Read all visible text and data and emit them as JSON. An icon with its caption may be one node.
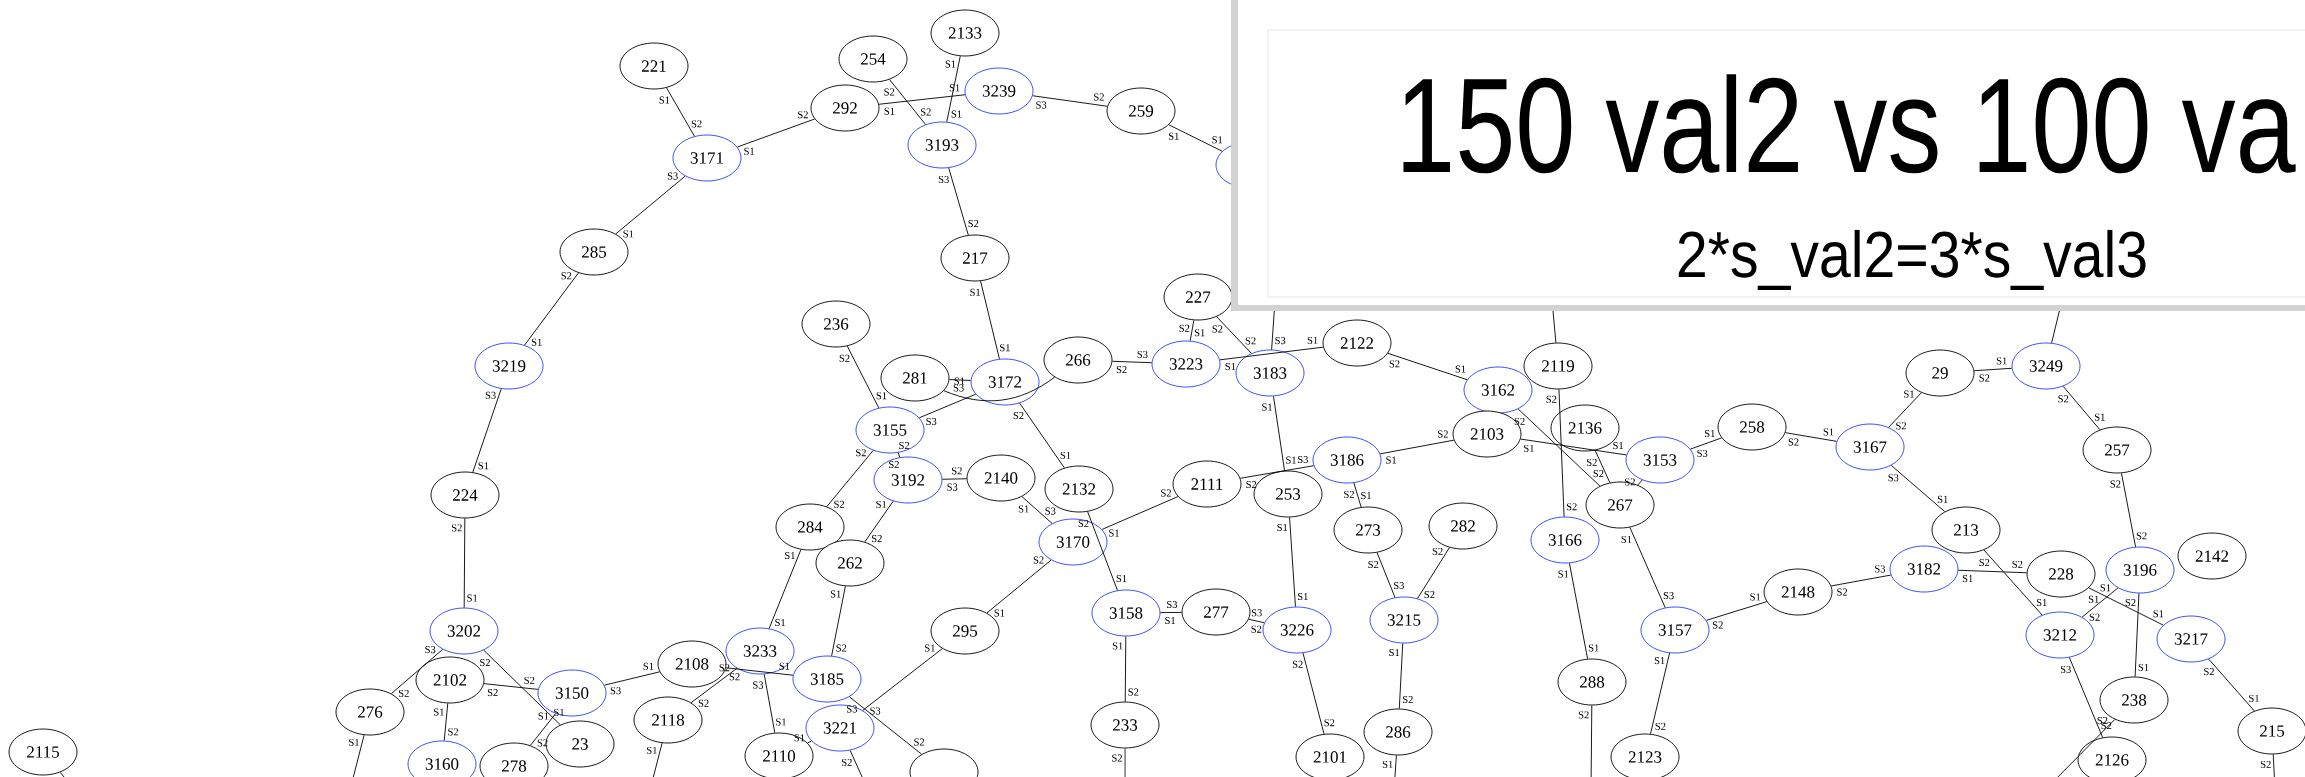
{
  "diagram": {
    "title": "150 val2 vs 100 va",
    "caption": "2*s_val2=3*s_val3",
    "nodes": [
      {
        "text": [
          "221"
        ]
      },
      {
        "text": [
          "3171"
        ]
      },
      {
        "text": [
          "285"
        ]
      },
      {
        "text": [
          "3219"
        ]
      },
      {
        "text": [
          "224"
        ]
      },
      {
        "text": [
          "3202"
        ]
      },
      {
        "text": [
          "2102"
        ]
      },
      {
        "text": [
          "276"
        ]
      },
      {
        "text": [
          "3150"
        ]
      },
      {
        "text": [
          "2108"
        ]
      },
      {
        "text": [
          "3233"
        ]
      },
      {
        "text": [
          "2118"
        ]
      },
      {
        "text": [
          "23"
        ]
      },
      {
        "text": [
          "2115"
        ]
      },
      {
        "text": [
          "3160"
        ]
      },
      {
        "text": [
          "278"
        ]
      },
      {
        "text": [
          "2110"
        ]
      },
      {
        "text": [
          "2133"
        ]
      },
      {
        "text": [
          "254"
        ]
      },
      {
        "text": [
          "292"
        ]
      },
      {
        "text": [
          "3239"
        ]
      },
      {
        "text": [
          "3193"
        ]
      },
      {
        "text": [
          "259"
        ]
      },
      {
        "text": [],
        "shape": "ellipse"
      },
      {
        "text": [
          "217"
        ]
      },
      {
        "text": [
          "236"
        ]
      },
      {
        "text": [
          "266"
        ]
      },
      {
        "text": [
          "3172"
        ]
      },
      {
        "text": [
          "281"
        ]
      },
      {
        "text": [
          "3223"
        ]
      },
      {
        "text": [
          "227"
        ]
      },
      {
        "text": [
          "3183"
        ]
      },
      {
        "text": [
          "2122"
        ]
      },
      {
        "text": [
          "3162"
        ]
      },
      {
        "text": [
          "3155"
        ]
      },
      {
        "text": [
          "3192"
        ]
      },
      {
        "text": [
          "2140"
        ]
      },
      {
        "text": [
          "284"
        ]
      },
      {
        "text": [
          "262"
        ]
      },
      {
        "text": [
          "2132"
        ]
      },
      {
        "text": [
          "3170"
        ]
      },
      {
        "text": [
          "2111"
        ]
      },
      {
        "text": [
          "253"
        ]
      },
      {
        "text": [
          "3186"
        ]
      },
      {
        "text": [
          "2103"
        ]
      },
      {
        "text": [
          "273"
        ]
      },
      {
        "text": [
          "282"
        ]
      },
      {
        "text": [
          "3215"
        ]
      },
      {
        "text": [
          "295"
        ]
      },
      {
        "text": [
          "3185"
        ]
      },
      {
        "text": [
          "3158"
        ]
      },
      {
        "text": [
          "277"
        ]
      },
      {
        "text": [
          "3226"
        ]
      },
      {
        "text": [
          "3221"
        ]
      },
      {
        "text": [
          "233"
        ]
      },
      {
        "text": [
          "286"
        ]
      },
      {
        "text": [
          "2101"
        ]
      },
      {
        "text": [],
        "shape": "ellipse"
      },
      {
        "text": [
          "2119"
        ]
      },
      {
        "text": [
          "29"
        ]
      },
      {
        "text": [
          "3249"
        ]
      },
      {
        "text": [
          "2136"
        ]
      },
      {
        "text": [
          "3153"
        ]
      },
      {
        "text": [
          "267"
        ]
      },
      {
        "text": [
          "3166"
        ]
      },
      {
        "text": [
          "258"
        ]
      },
      {
        "text": [
          "3167"
        ]
      },
      {
        "text": [
          "257"
        ]
      },
      {
        "text": [
          "213"
        ]
      },
      {
        "text": [
          "3182"
        ]
      },
      {
        "text": [
          "2148"
        ]
      },
      {
        "text": [
          "228"
        ]
      },
      {
        "text": [
          "3196"
        ]
      },
      {
        "text": [
          "2142"
        ]
      },
      {
        "text": [
          "3157"
        ]
      },
      {
        "text": [
          "3212"
        ]
      },
      {
        "text": [
          "3217"
        ]
      },
      {
        "text": [
          "288"
        ]
      },
      {
        "text": [
          "238"
        ]
      },
      {
        "text": [
          "215"
        ]
      },
      {
        "text": [
          "2123"
        ]
      },
      {
        "text": [
          "2126"
        ]
      }
    ],
    "edges": [
      {
        "from": 0,
        "to": 1,
        "arrow": "none"
      },
      {
        "from": 1,
        "to": 19,
        "arrow": "none"
      },
      {
        "from": 1,
        "to": 2,
        "arrow": "none"
      },
      {
        "from": 2,
        "to": 3,
        "arrow": "none"
      },
      {
        "from": 3,
        "to": 4,
        "arrow": "none"
      },
      {
        "from": 4,
        "to": 5,
        "arrow": "none"
      },
      {
        "from": 5,
        "to": 7,
        "arrow": "none"
      },
      {
        "from": 5,
        "to": 12,
        "arrow": "none"
      },
      {
        "from": 6,
        "to": 8,
        "arrow": "none"
      },
      {
        "from": 6,
        "to": 14,
        "arrow": "none"
      },
      {
        "from": 8,
        "to": 15,
        "arrow": "none"
      },
      {
        "from": 8,
        "to": 9,
        "arrow": "none"
      },
      {
        "from": 7,
        "to": null,
        "arrow": "none"
      },
      {
        "from": 9,
        "to": 49,
        "arrow": "none"
      },
      {
        "from": 11,
        "to": 10,
        "arrow": "none"
      },
      {
        "from": 11,
        "to": null,
        "arrow": "none"
      },
      {
        "from": 10,
        "to": 37,
        "arrow": "none"
      },
      {
        "from": 10,
        "to": 16,
        "arrow": "none"
      },
      {
        "from": 37,
        "to": 34,
        "arrow": "none"
      },
      {
        "from": 38,
        "to": 35,
        "arrow": "none"
      },
      {
        "from": 38,
        "to": 49,
        "arrow": "none"
      },
      {
        "from": 49,
        "to": 57,
        "arrow": "none"
      },
      {
        "from": 48,
        "to": 53,
        "arrow": "none"
      },
      {
        "from": 53,
        "to": 16,
        "arrow": "none"
      },
      {
        "from": 53,
        "to": null,
        "arrow": "none"
      },
      {
        "from": 25,
        "to": 34,
        "arrow": "none"
      },
      {
        "from": 28,
        "to": 27,
        "arrow": "none"
      },
      {
        "from": 28,
        "to": 26,
        "arrow": "none"
      },
      {
        "from": 34,
        "to": 27,
        "arrow": "none"
      },
      {
        "from": 34,
        "to": 35,
        "arrow": "none"
      },
      {
        "from": 35,
        "to": 36,
        "arrow": "none"
      },
      {
        "from": 36,
        "to": 40,
        "arrow": "none"
      },
      {
        "from": 24,
        "to": 27,
        "arrow": "none"
      },
      {
        "from": 21,
        "to": 24,
        "arrow": "none"
      },
      {
        "from": 18,
        "to": 21,
        "arrow": "none"
      },
      {
        "from": 19,
        "to": 20,
        "arrow": "none"
      },
      {
        "from": 17,
        "to": 21,
        "arrow": "none"
      },
      {
        "from": 20,
        "to": 22,
        "arrow": "none"
      },
      {
        "from": 22,
        "to": 23,
        "arrow": "none"
      },
      {
        "from": 27,
        "to": 39,
        "arrow": "none"
      },
      {
        "from": 39,
        "to": 50,
        "arrow": "none"
      },
      {
        "from": 40,
        "to": 41,
        "arrow": "none"
      },
      {
        "from": 40,
        "to": 48,
        "arrow": "none"
      },
      {
        "from": 50,
        "to": 51,
        "arrow": "none"
      },
      {
        "from": 50,
        "to": 54,
        "arrow": "none"
      },
      {
        "from": 54,
        "to": null,
        "arrow": "none"
      },
      {
        "from": 51,
        "to": 52,
        "arrow": "none"
      },
      {
        "from": 52,
        "to": 56,
        "arrow": "none"
      },
      {
        "from": 42,
        "to": 52,
        "arrow": "none"
      },
      {
        "from": 31,
        "to": 42,
        "arrow": "none"
      },
      {
        "from": 41,
        "to": 43,
        "arrow": "none"
      },
      {
        "from": 43,
        "to": 44,
        "arrow": "none"
      },
      {
        "from": 43,
        "to": 45,
        "arrow": "none"
      },
      {
        "from": 45,
        "to": 47,
        "arrow": "none"
      },
      {
        "from": 46,
        "to": 47,
        "arrow": "none"
      },
      {
        "from": 47,
        "to": 55,
        "arrow": "none"
      },
      {
        "from": 55,
        "to": null,
        "arrow": "none"
      },
      {
        "from": 26,
        "to": 29,
        "arrow": "none"
      },
      {
        "from": 29,
        "to": 32,
        "arrow": "none"
      },
      {
        "from": 30,
        "to": 29,
        "arrow": "none"
      },
      {
        "from": 30,
        "to": 31,
        "arrow": "none"
      },
      {
        "from": 31,
        "to": null,
        "arrow": "none"
      },
      {
        "from": 32,
        "to": 33,
        "arrow": "none"
      },
      {
        "from": 33,
        "to": 63,
        "arrow": "none"
      },
      {
        "from": 44,
        "to": 62,
        "arrow": "none"
      },
      {
        "from": 58,
        "to": 64,
        "arrow": "none"
      },
      {
        "from": 61,
        "to": 63,
        "arrow": "none"
      },
      {
        "from": 62,
        "to": 65,
        "arrow": "none"
      },
      {
        "from": 65,
        "to": 66,
        "arrow": "none"
      },
      {
        "from": 59,
        "to": 66,
        "arrow": "none"
      },
      {
        "from": 59,
        "to": 60,
        "arrow": "none"
      },
      {
        "from": 60,
        "to": 67,
        "arrow": "none"
      },
      {
        "from": 60,
        "to": null,
        "arrow": "none"
      },
      {
        "from": 58,
        "to": null,
        "arrow": "none"
      },
      {
        "from": 66,
        "to": 68,
        "arrow": "none"
      },
      {
        "from": 68,
        "to": 75,
        "arrow": "none"
      },
      {
        "from": 67,
        "to": 72,
        "arrow": "none"
      },
      {
        "from": 72,
        "to": 78,
        "arrow": "none"
      },
      {
        "from": 72,
        "to": 75,
        "arrow": "none"
      },
      {
        "from": 71,
        "to": 76,
        "arrow": "none"
      },
      {
        "from": 69,
        "to": 71,
        "arrow": "none"
      },
      {
        "from": 70,
        "to": 69,
        "arrow": "none"
      },
      {
        "from": 74,
        "to": 70,
        "arrow": "none"
      },
      {
        "from": 63,
        "to": 74,
        "arrow": "none"
      },
      {
        "from": 74,
        "to": 80,
        "arrow": "none"
      },
      {
        "from": 64,
        "to": 77,
        "arrow": "none"
      },
      {
        "from": 77,
        "to": null,
        "arrow": "none"
      },
      {
        "from": 76,
        "to": 79,
        "arrow": "none"
      },
      {
        "from": 79,
        "to": null,
        "arrow": "none"
      },
      {
        "from": 75,
        "to": 81,
        "arrow": "none"
      },
      {
        "from": 78,
        "to": null,
        "arrow": "none"
      },
      {
        "from": 62,
        "to": 63,
        "arrow": "none"
      },
      {
        "from": 13,
        "to": null,
        "arrow": "none"
      }
    ],
    "labels": [
      "S1",
      "S2",
      "S1",
      "S2",
      "S3",
      "S1",
      "S2",
      "S1",
      "S3",
      "S1",
      "S2",
      "S1",
      "S3",
      "S2",
      "S2",
      "S1",
      "S2",
      "S2",
      "S1",
      "S2",
      "S1",
      "S2",
      "S3",
      "S1",
      "S1",
      "S2",
      "S1",
      "S2",
      "S2",
      "S1",
      "S1",
      "S1",
      "S3",
      "S1",
      "S2",
      "S2",
      "S2",
      "S1",
      "S1",
      "S2",
      "S3",
      "S2",
      "S1",
      "S3",
      "S1",
      "S2",
      "S2",
      "S1",
      "S3",
      "S1",
      "S3",
      "S2",
      "S2",
      "S3",
      "S2",
      "S1",
      "S3",
      "S1",
      "S1",
      "S3",
      "S2",
      "S2",
      "S1",
      "S2",
      "S1",
      "S1",
      "S1",
      "S3",
      "S2",
      "S1",
      "S1",
      "S2",
      "S1",
      "S2",
      "S1",
      "S1",
      "S2",
      "S2",
      "S1",
      "S1",
      "S3",
      "S1",
      "S2",
      "S2",
      "S2",
      "S3",
      "S2",
      "S2",
      "S1",
      "S1",
      "S1",
      "S1",
      "S2",
      "S3",
      "S1",
      "S2",
      "S2",
      "S1",
      "S2",
      "S3",
      "S2",
      "S2",
      "S1",
      "S2",
      "S1",
      "S2",
      "S3",
      "S1",
      "S1",
      "S2",
      "S1",
      "S2",
      "S2",
      "S3",
      "S2",
      "S1",
      "S2",
      "S2",
      "S1",
      "S1",
      "S2",
      "S2",
      "S2",
      "S3",
      "S1",
      "S2",
      "S1",
      "S1",
      "S2",
      "S2",
      "S1",
      "S2",
      "S1",
      "S3",
      "S1",
      "S2",
      "S1",
      "S2",
      "S2",
      "S2",
      "S1",
      "S1",
      "S2",
      "S1",
      "S1",
      "S1",
      "S2",
      "S2",
      "S3",
      "S2",
      "S1",
      "S1",
      "S3",
      "S1",
      "S2",
      "S1",
      "S1",
      "S2",
      "S2",
      "S1",
      "S2",
      "S3",
      "S2",
      "S2",
      "S2"
    ]
  }
}
